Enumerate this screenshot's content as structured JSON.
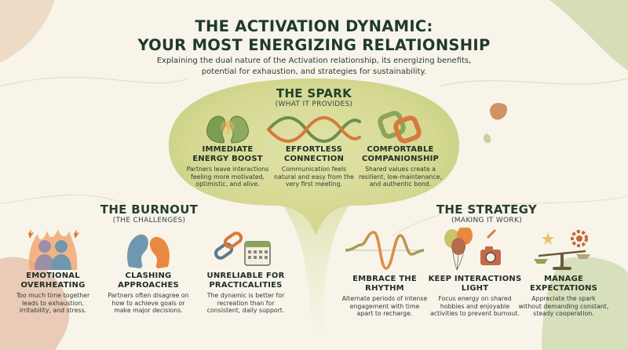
{
  "header": {
    "title_line1": "THE ACTIVATION DYNAMIC:",
    "title_line2": "YOUR MOST ENERGIZING RELATIONSHIP",
    "subtitle_line1": "Explaining the dual nature of the Activation relationship, its energizing benefits,",
    "subtitle_line2": "potential for exhaustion, and strategies for sustainability."
  },
  "spark": {
    "title": "THE SPARK",
    "subtitle": "(WHAT IT PROVIDES)",
    "items": [
      {
        "icon": "two-heads-spark-icon",
        "title1": "IMMEDIATE",
        "title2": "ENERGY BOOST",
        "desc1": "Partners leave interactions",
        "desc2": "feeling more motivated,",
        "desc3": "optimistic, and alive."
      },
      {
        "icon": "intertwined-waves-icon",
        "title1": "EFFORTLESS",
        "title2": "CONNECTION",
        "desc1": "Communication feels",
        "desc2": "natural and easy from the",
        "desc3": "very first meeting."
      },
      {
        "icon": "interlocking-links-icon",
        "title1": "COMFORTABLE",
        "title2": "COMPANIONSHIP",
        "desc1": "Shared values create a",
        "desc2": "resilient, low-maintenance,",
        "desc3": "and authentic bond."
      }
    ]
  },
  "burnout": {
    "title": "THE BURNOUT",
    "subtitle": "(THE CHALLENGES)",
    "items": [
      {
        "icon": "overheating-people-icon",
        "title1": "EMOTIONAL",
        "title2": "OVERHEATING",
        "desc1": "Too much time together",
        "desc2": "leads to exhaustion,",
        "desc3": "irritability, and stress."
      },
      {
        "icon": "clashing-shapes-icon",
        "title1": "CLASHING",
        "title2": "APPROACHES",
        "desc1": "Partners often disagree on",
        "desc2": "how to achieve goals or",
        "desc3": "make major decisions."
      },
      {
        "icon": "broken-chain-calendar-icon",
        "title1": "UNRELIABLE FOR",
        "title2": "PRACTICALITIES",
        "desc1": "The dynamic is better for",
        "desc2": "recreation than for",
        "desc3": "consistent, daily support."
      }
    ]
  },
  "strategy": {
    "title": "THE STRATEGY",
    "subtitle": "(MAKING IT WORK)",
    "items": [
      {
        "icon": "rhythm-wave-icon",
        "title1": "EMBRACE THE",
        "title2": "RHYTHM",
        "desc1": "Alternate periods of intense",
        "desc2": "engagement with time",
        "desc3": "apart to recharge."
      },
      {
        "icon": "balloons-camera-icon",
        "title1": "KEEP INTERACTIONS",
        "title2": "LIGHT",
        "desc1": "Focus energy on shared",
        "desc2": "hobbies and enjoyable",
        "desc3": "activities to prevent burnout."
      },
      {
        "icon": "balance-scale-gear-icon",
        "title1": "MANAGE",
        "title2": "EXPECTATIONS",
        "desc1": "Appreciate the spark",
        "desc2": "without demanding constant,",
        "desc3": "steady cooperation."
      }
    ]
  },
  "colors": {
    "title": "#1f3a2b",
    "spark_bubble": "#d8dc9a",
    "accent_orange": "#e9893f",
    "accent_green": "#8aa55a",
    "accent_blue": "#6f97b0"
  }
}
